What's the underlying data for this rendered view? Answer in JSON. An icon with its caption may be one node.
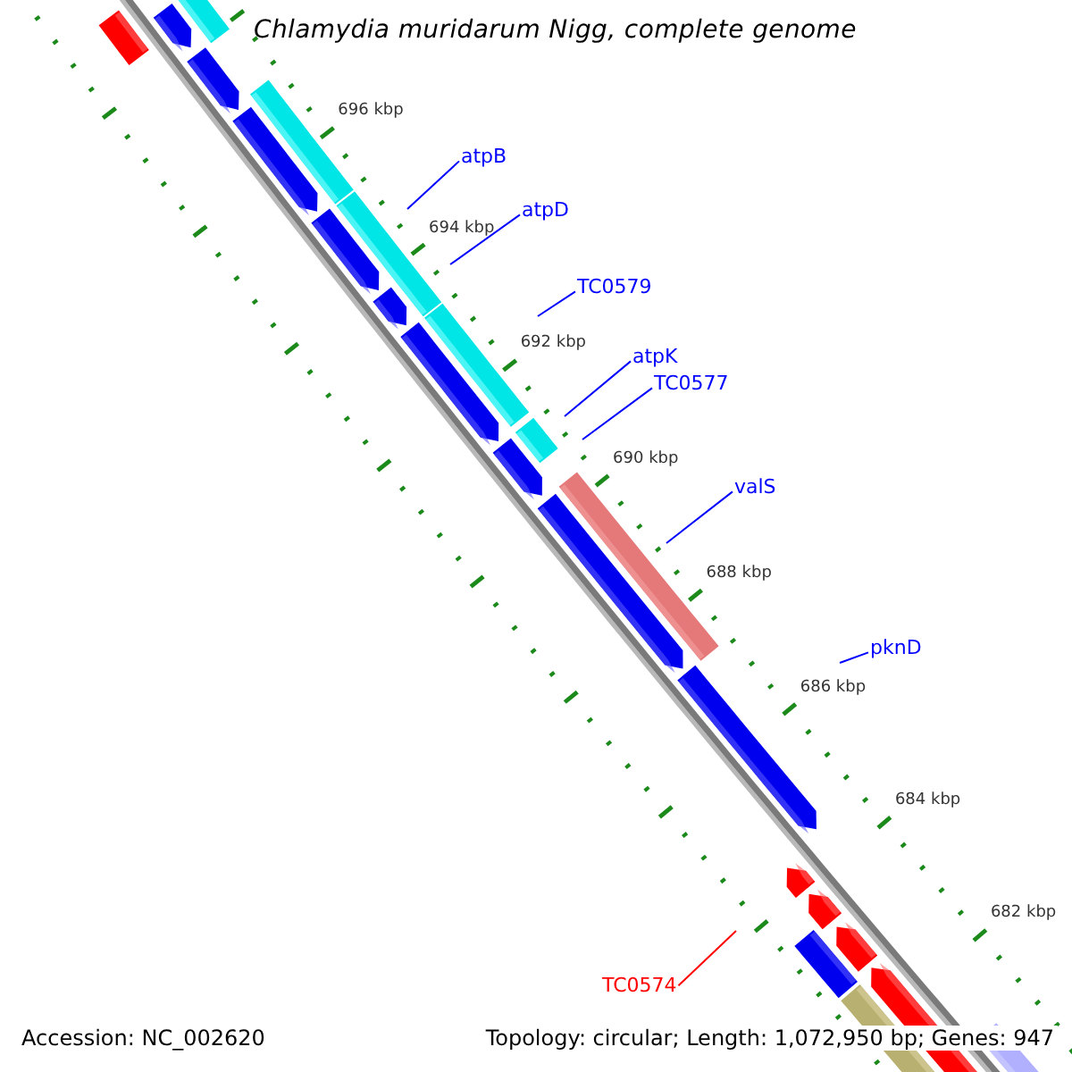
{
  "diagram": {
    "title": "Chlamydia muridarum Nigg, complete genome",
    "nodes": [
      {
        "text": [
          "atpB"
        ]
      },
      {
        "text": [
          "atpD"
        ]
      },
      {
        "text": [
          "TC0579"
        ]
      },
      {
        "text": [
          "atpK"
        ]
      },
      {
        "text": [
          "TC0577"
        ]
      },
      {
        "text": [
          "valS"
        ]
      },
      {
        "text": [
          "pknD"
        ]
      },
      {
        "text": [
          "TC0574"
        ]
      }
    ],
    "edges": [
      {
        "from": 0,
        "to": null,
        "arrow": "none"
      },
      {
        "from": 1,
        "to": null,
        "arrow": "none"
      },
      {
        "from": 2,
        "to": null,
        "arrow": "none"
      },
      {
        "from": 3,
        "to": null,
        "arrow": "none"
      },
      {
        "from": 4,
        "to": null,
        "arrow": "none"
      },
      {
        "from": 5,
        "to": null,
        "arrow": "none"
      },
      {
        "from": 6,
        "to": null,
        "arrow": "none"
      },
      {
        "from": 7,
        "to": null,
        "arrow": "none",
        "color": "#ff0000"
      }
    ],
    "labels": [
      "696 kbp",
      "694 kbp",
      "692 kbp",
      "690 kbp",
      "688 kbp",
      "686 kbp",
      "684 kbp",
      "682 kbp",
      "Accession: NC_002620",
      "Topology: circular; Length: 1,072,950 bp; Genes: 947"
    ]
  }
}
